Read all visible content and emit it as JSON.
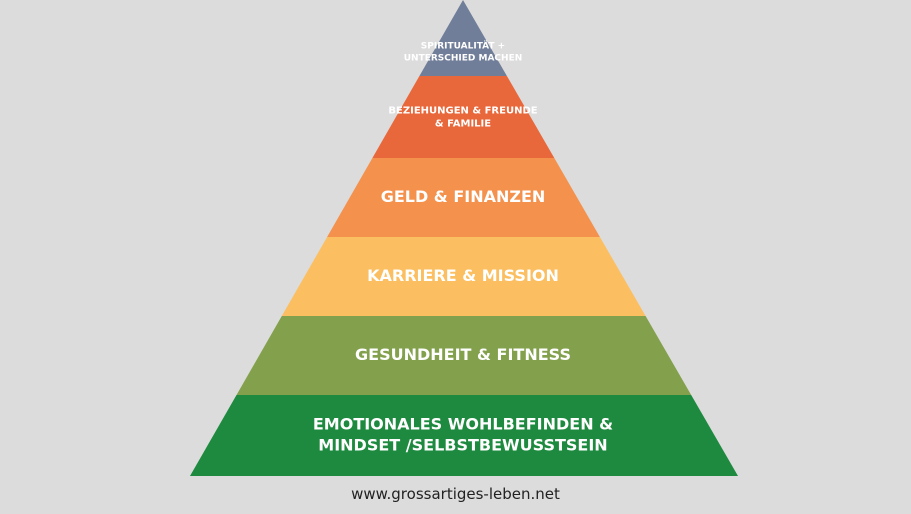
{
  "levels": [
    {
      "id": "spiritualitaet",
      "lines": [
        "SPIRITUALITÄT +",
        "UNTERSCHIED MACHEN"
      ],
      "color": "#717e99"
    },
    {
      "id": "beziehungen",
      "lines": [
        "BEZIEHUNGEN & FREUNDE",
        "& FAMILIE"
      ],
      "color": "#e8683b"
    },
    {
      "id": "geld",
      "lines": [
        "GELD & FINANZEN"
      ],
      "color": "#f3914d"
    },
    {
      "id": "karriere",
      "lines": [
        "KARRIERE & MISSION"
      ],
      "color": "#fbbf61"
    },
    {
      "id": "gesundheit",
      "lines": [
        "GESUNDHEIT & FITNESS"
      ],
      "color": "#83a14c"
    },
    {
      "id": "emotionales",
      "lines": [
        "EMOTIONALES WOHLBEFINDEN &",
        "MINDSET  /SELBSTBEWUSSTSEIN"
      ],
      "color": "#1d8a3f"
    }
  ],
  "footer": {
    "url": "www.grossartiges-leben.net"
  }
}
